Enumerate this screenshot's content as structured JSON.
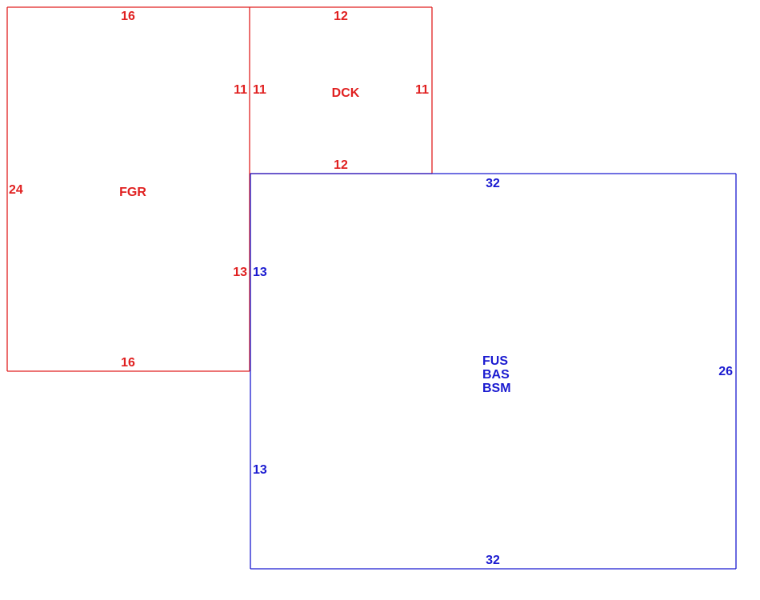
{
  "colors": {
    "garage_deck": "#e02020",
    "main": "#1a1ad0",
    "background": "#ffffff"
  },
  "fgr": {
    "code": "FGR",
    "top": "16",
    "bottom": "16",
    "left": "24",
    "right_upper": "11",
    "right_lower": "13"
  },
  "dck": {
    "code": "DCK",
    "top": "12",
    "bottom": "12",
    "left": "11",
    "right": "11"
  },
  "main": {
    "codes": [
      "FUS",
      "BAS",
      "BSM"
    ],
    "top": "32",
    "bottom": "32",
    "left_upper": "13",
    "left_lower": "13",
    "right": "26"
  }
}
